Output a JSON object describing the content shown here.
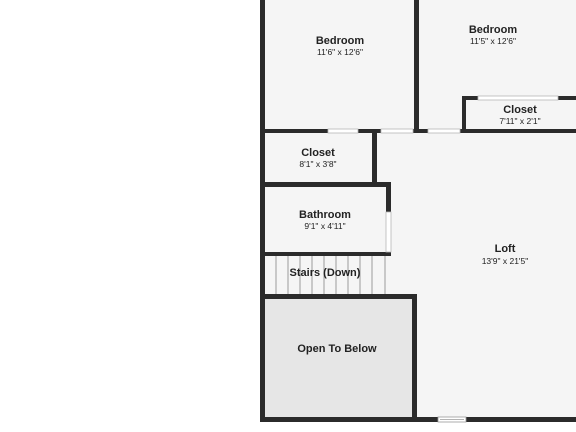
{
  "colors": {
    "wall": "#2b2b2b",
    "floor": "#f5f5f5",
    "open_area": "#e6e6e6",
    "background": "#ffffff"
  },
  "rooms": {
    "bedroom_left": {
      "name": "Bedroom",
      "dims": "11'6\" x 12'6\""
    },
    "bedroom_right": {
      "name": "Bedroom",
      "dims": "11'5\" x 12'6\""
    },
    "closet_right": {
      "name": "Closet",
      "dims": "7'11\" x 2'1\""
    },
    "closet_left": {
      "name": "Closet",
      "dims": "8'1\" x 3'8\""
    },
    "bathroom": {
      "name": "Bathroom",
      "dims": "9'1\" x 4'11\""
    },
    "stairs": {
      "name": "Stairs (Down)"
    },
    "loft": {
      "name": "Loft",
      "dims": "13'9\" x 21'5\""
    },
    "open_to_below": {
      "name": "Open To Below"
    }
  }
}
